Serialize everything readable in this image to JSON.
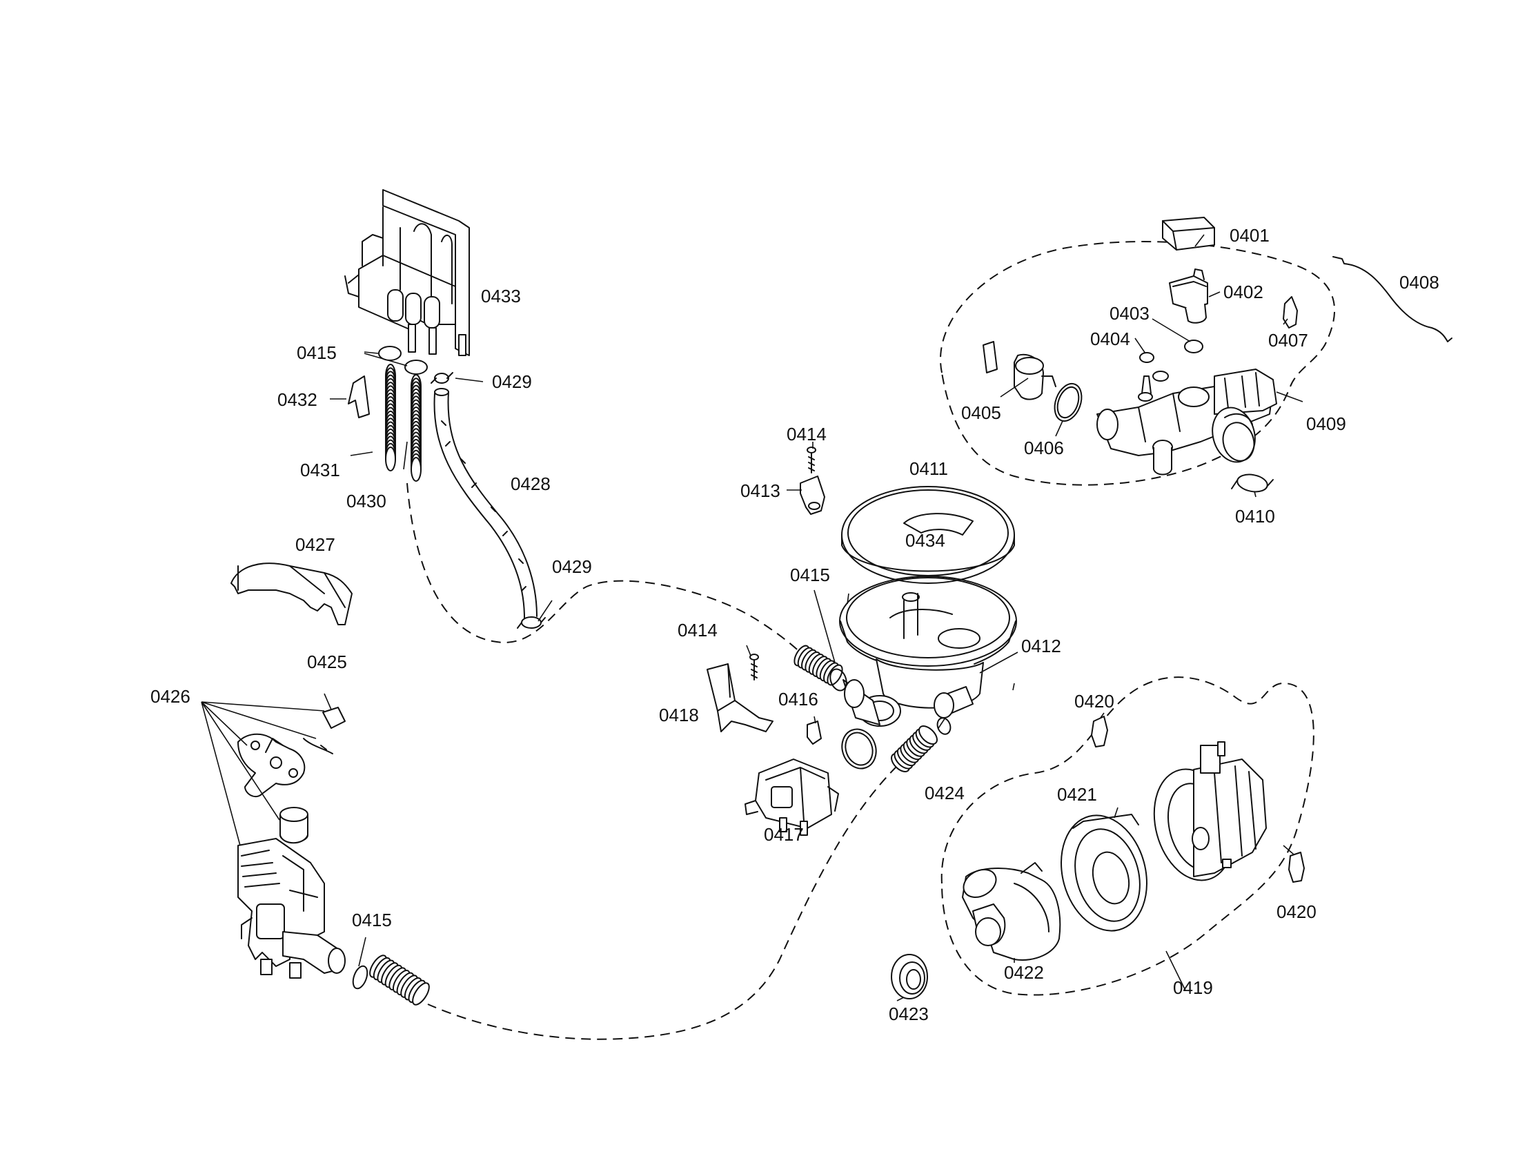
{
  "labels": {
    "p0401": "0401",
    "p0402": "0402",
    "p0403": "0403",
    "p0404": "0404",
    "p0405": "0405",
    "p0406": "0406",
    "p0407": "0407",
    "p0408": "0408",
    "p0409": "0409",
    "p0410": "0410",
    "p0411": "0411",
    "p0412": "0412",
    "p0413": "0413",
    "p0414a": "0414",
    "p0414b": "0414",
    "p0415a": "0415",
    "p0415b": "0415",
    "p0415c": "0415",
    "p0416": "0416",
    "p0417": "0417",
    "p0418": "0418",
    "p0419": "0419",
    "p0420a": "0420",
    "p0420b": "0420",
    "p0421": "0421",
    "p0422": "0422",
    "p0423": "0423",
    "p0424": "0424",
    "p0425": "0425",
    "p0426": "0426",
    "p0427": "0427",
    "p0428": "0428",
    "p0429a": "0429",
    "p0429b": "0429",
    "p0430": "0430",
    "p0431": "0431",
    "p0432": "0432",
    "p0433": "0433",
    "p0434": "0434"
  }
}
